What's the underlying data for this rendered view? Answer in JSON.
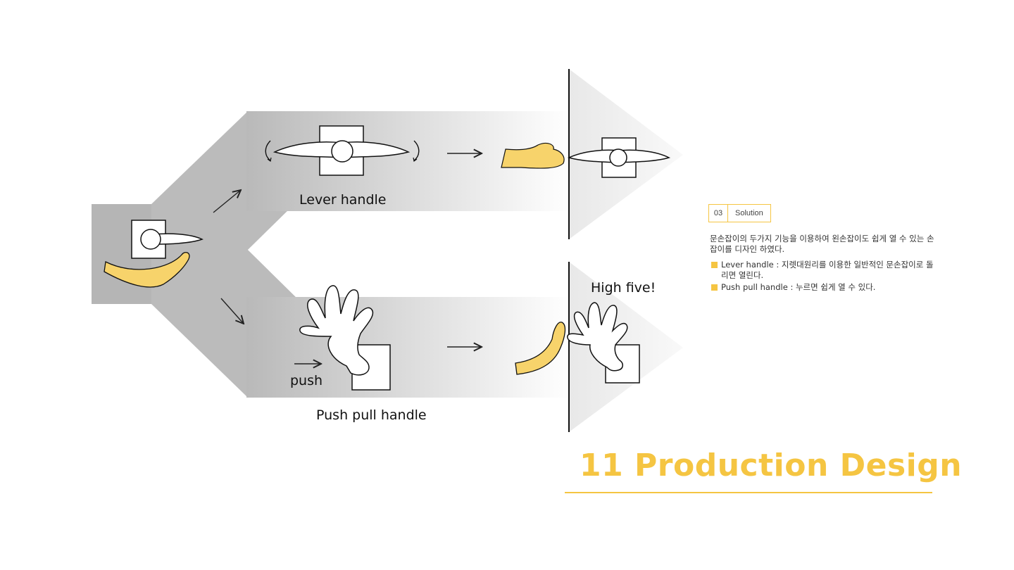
{
  "diagram": {
    "labels": {
      "lever_handle": "Lever handle",
      "push_pull_handle": "Push pull handle",
      "push": "push",
      "high_five": "High five!"
    }
  },
  "solution": {
    "number": "03",
    "title": "Solution",
    "description": "문손잡이의 두가지 기능을 이용하여 왼손잡이도 쉽게 열 수 있는 손잡이를 디자인 하였다.",
    "bullets": [
      "Lever handle : 지렛대원리를 이용한 일반적인 문손잡이로 돌리면 열린다.",
      "Push pull handle : 누르면 쉽게 열 수 있다."
    ]
  },
  "page_title": "11 Production Design",
  "colors": {
    "accent": "#f5c542",
    "gray_dark": "#b3b3b3",
    "gray_light": "#f2f2f2"
  }
}
